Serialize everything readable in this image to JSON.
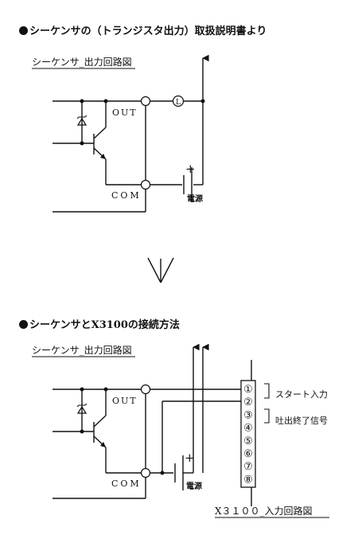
{
  "section1": {
    "heading": "シーケンサの（トランジスタ出力）取扱説明書より",
    "diagram_title": "シーケンサ_出力回路図",
    "out_label": "OUT",
    "com_label": "COM",
    "power_label": "電源",
    "plus_label": "+",
    "load_label": "L"
  },
  "section2": {
    "heading": "シーケンサとX3100の接続方法",
    "diagram_title": "シーケンサ_出力回路図",
    "out_label": "OUT",
    "com_label": "COM",
    "power_label": "電源",
    "plus_label": "+",
    "terminals": [
      "①",
      "②",
      "③",
      "④",
      "⑤",
      "⑥",
      "⑦",
      "⑧"
    ],
    "start_label": "スタート入力",
    "dispense_label": "吐出終了信号",
    "input_title": "X３１００_入力回路図"
  }
}
